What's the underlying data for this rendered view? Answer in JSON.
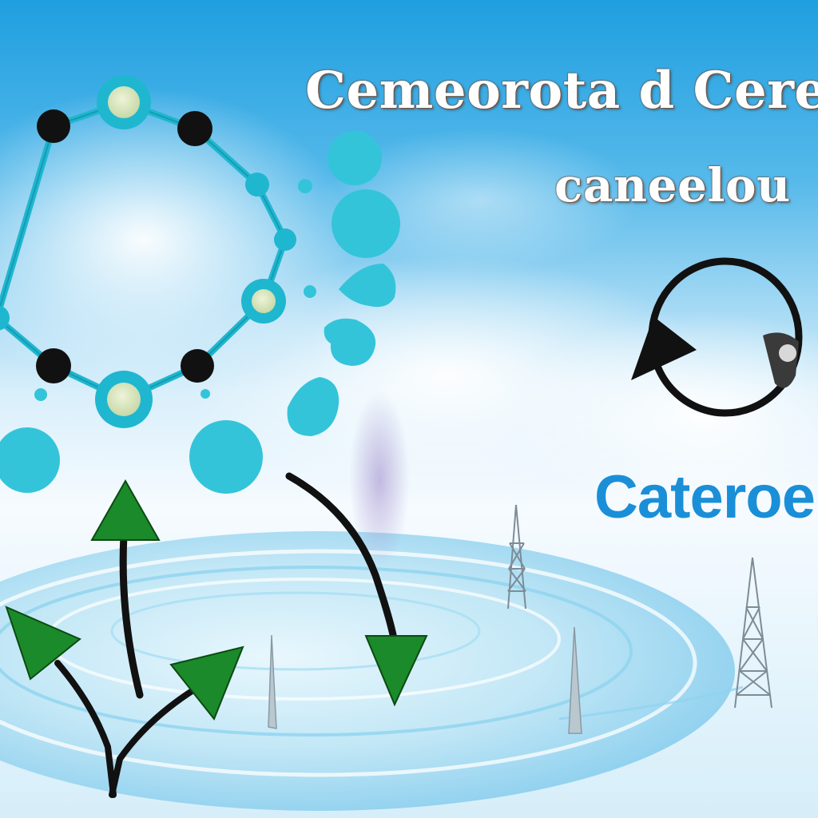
{
  "headline": {
    "line_1": "Cemeorota d Cere",
    "line_2": "caneelou"
  },
  "caption": {
    "label": "Cateroe"
  },
  "colors": {
    "sky_light": "#f4fbff",
    "sky_blue": "#2aa6e6",
    "ring_teal": "#1fb7cf",
    "bubble_cyan": "#34c4da",
    "node_dark": "#111111",
    "arrow_green": "#1b8a2a",
    "water": "#bfe6f6",
    "caption_blue": "#1a8fd8"
  },
  "icons": [
    "molecule-ring-icon",
    "droplet-icon",
    "cycle-arrow-icon",
    "arrow-up-icon",
    "arrow-down-icon",
    "tower-icon"
  ]
}
